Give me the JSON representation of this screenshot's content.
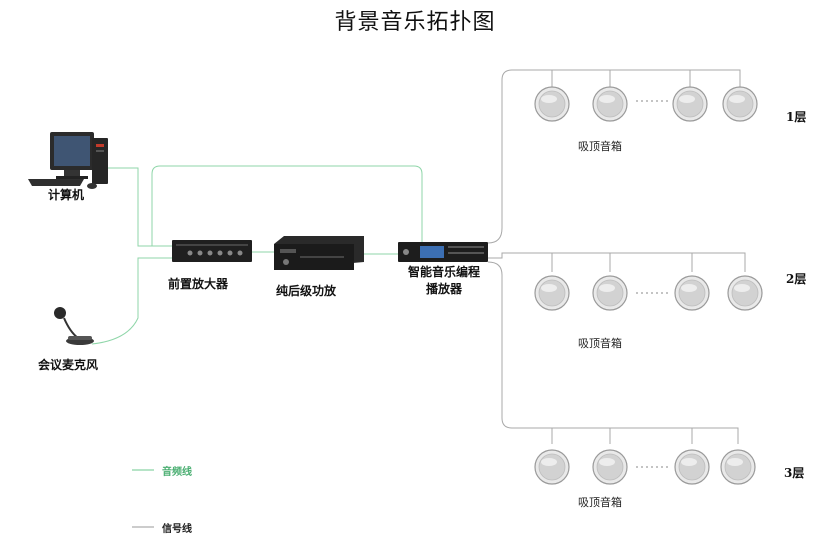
{
  "title": "背景音乐拓扑图",
  "devices": {
    "computer": "计算机",
    "microphone": "会议麦克风",
    "preamp": "前置放大器",
    "poweramp": "纯后级功放",
    "player_line1": "智能音乐编程",
    "player_line2": "播放器"
  },
  "speaker_label": "吸顶音箱",
  "floors": [
    "1层",
    "2层",
    "3层"
  ],
  "legend": {
    "audio": "音频线",
    "signal": "信号线",
    "audio_color": "#6dc98f",
    "signal_color": "#999999"
  },
  "icons": [
    "computer-icon",
    "microphone-icon",
    "preamp-icon",
    "power-amp-icon",
    "music-player-icon",
    "ceiling-speaker-icon"
  ]
}
